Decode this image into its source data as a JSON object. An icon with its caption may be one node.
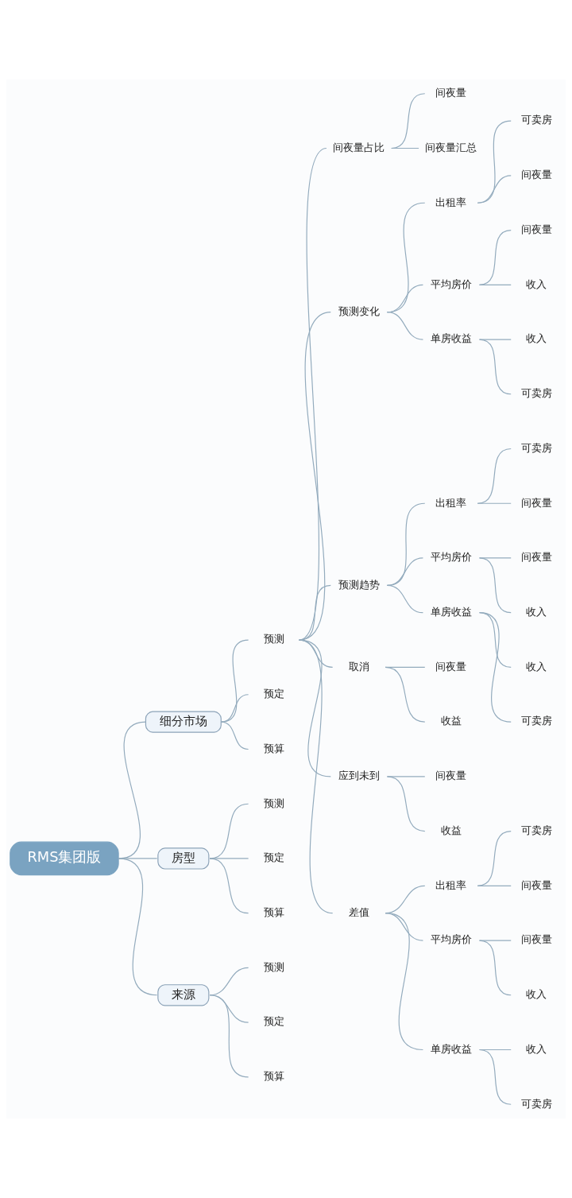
{
  "diagram": {
    "nodes": [
      {
        "text": [
          "RMS集团版"
        ]
      },
      {
        "text": [
          "细分市场"
        ]
      },
      {
        "text": [
          "预测"
        ]
      },
      {
        "text": [
          "间夜量占比"
        ]
      },
      {
        "text": [
          "间夜量"
        ]
      },
      {
        "text": [
          "间夜量汇总"
        ]
      },
      {
        "text": [
          "预测变化"
        ]
      },
      {
        "text": [
          "出租率"
        ]
      },
      {
        "text": [
          "可卖房"
        ]
      },
      {
        "text": [
          "间夜量"
        ]
      },
      {
        "text": [
          "平均房价"
        ]
      },
      {
        "text": [
          "间夜量"
        ]
      },
      {
        "text": [
          "收入"
        ]
      },
      {
        "text": [
          "单房收益"
        ]
      },
      {
        "text": [
          "收入"
        ]
      },
      {
        "text": [
          "可卖房"
        ]
      },
      {
        "text": [
          "预测趋势"
        ]
      },
      {
        "text": [
          "出租率"
        ]
      },
      {
        "text": [
          "可卖房"
        ]
      },
      {
        "text": [
          "间夜量"
        ]
      },
      {
        "text": [
          "平均房价"
        ]
      },
      {
        "text": [
          "间夜量"
        ]
      },
      {
        "text": [
          "收入"
        ]
      },
      {
        "text": [
          "单房收益"
        ]
      },
      {
        "text": [
          "收入"
        ]
      },
      {
        "text": [
          "可卖房"
        ]
      },
      {
        "text": [
          "取消"
        ]
      },
      {
        "text": [
          "间夜量"
        ]
      },
      {
        "text": [
          "收益"
        ]
      },
      {
        "text": [
          "应到未到"
        ]
      },
      {
        "text": [
          "间夜量"
        ]
      },
      {
        "text": [
          "收益"
        ]
      },
      {
        "text": [
          "差值"
        ]
      },
      {
        "text": [
          "出租率"
        ]
      },
      {
        "text": [
          "可卖房"
        ]
      },
      {
        "text": [
          "间夜量"
        ]
      },
      {
        "text": [
          "平均房价"
        ]
      },
      {
        "text": [
          "间夜量"
        ]
      },
      {
        "text": [
          "收入"
        ]
      },
      {
        "text": [
          "单房收益"
        ]
      },
      {
        "text": [
          "收入"
        ]
      },
      {
        "text": [
          "可卖房"
        ]
      },
      {
        "text": [
          "预定"
        ]
      },
      {
        "text": [
          "预算"
        ]
      },
      {
        "text": [
          "房型"
        ]
      },
      {
        "text": [
          "预测"
        ]
      },
      {
        "text": [
          "预定"
        ]
      },
      {
        "text": [
          "预算"
        ]
      },
      {
        "text": [
          "来源"
        ]
      },
      {
        "text": [
          "预测"
        ]
      },
      {
        "text": [
          "预定"
        ]
      },
      {
        "text": [
          "预算"
        ]
      }
    ],
    "edges": [
      {
        "from": 0,
        "to": 1,
        "arrow": "none"
      },
      {
        "from": 1,
        "to": 2,
        "arrow": "none"
      },
      {
        "from": 2,
        "to": 3,
        "arrow": "none"
      },
      {
        "from": 3,
        "to": 4,
        "arrow": "none"
      },
      {
        "from": 3,
        "to": 5,
        "arrow": "none"
      },
      {
        "from": 2,
        "to": 6,
        "arrow": "none"
      },
      {
        "from": 6,
        "to": 7,
        "arrow": "none"
      },
      {
        "from": 7,
        "to": 8,
        "arrow": "none"
      },
      {
        "from": 7,
        "to": 9,
        "arrow": "none"
      },
      {
        "from": 6,
        "to": 10,
        "arrow": "none"
      },
      {
        "from": 10,
        "to": 11,
        "arrow": "none"
      },
      {
        "from": 10,
        "to": 12,
        "arrow": "none"
      },
      {
        "from": 6,
        "to": 13,
        "arrow": "none"
      },
      {
        "from": 13,
        "to": 14,
        "arrow": "none"
      },
      {
        "from": 13,
        "to": 15,
        "arrow": "none"
      },
      {
        "from": 2,
        "to": 16,
        "arrow": "none"
      },
      {
        "from": 16,
        "to": 17,
        "arrow": "none"
      },
      {
        "from": 17,
        "to": 18,
        "arrow": "none"
      },
      {
        "from": 17,
        "to": 19,
        "arrow": "none"
      },
      {
        "from": 16,
        "to": 20,
        "arrow": "none"
      },
      {
        "from": 20,
        "to": 21,
        "arrow": "none"
      },
      {
        "from": 20,
        "to": 22,
        "arrow": "none"
      },
      {
        "from": 16,
        "to": 23,
        "arrow": "none"
      },
      {
        "from": 23,
        "to": 24,
        "arrow": "none"
      },
      {
        "from": 23,
        "to": 25,
        "arrow": "none"
      },
      {
        "from": 2,
        "to": 26,
        "arrow": "none"
      },
      {
        "from": 26,
        "to": 27,
        "arrow": "none"
      },
      {
        "from": 26,
        "to": 28,
        "arrow": "none"
      },
      {
        "from": 2,
        "to": 29,
        "arrow": "none"
      },
      {
        "from": 29,
        "to": 30,
        "arrow": "none"
      },
      {
        "from": 29,
        "to": 31,
        "arrow": "none"
      },
      {
        "from": 2,
        "to": 32,
        "arrow": "none"
      },
      {
        "from": 32,
        "to": 33,
        "arrow": "none"
      },
      {
        "from": 33,
        "to": 34,
        "arrow": "none"
      },
      {
        "from": 33,
        "to": 35,
        "arrow": "none"
      },
      {
        "from": 32,
        "to": 36,
        "arrow": "none"
      },
      {
        "from": 36,
        "to": 37,
        "arrow": "none"
      },
      {
        "from": 36,
        "to": 38,
        "arrow": "none"
      },
      {
        "from": 32,
        "to": 39,
        "arrow": "none"
      },
      {
        "from": 39,
        "to": 40,
        "arrow": "none"
      },
      {
        "from": 39,
        "to": 41,
        "arrow": "none"
      },
      {
        "from": 1,
        "to": 42,
        "arrow": "none"
      },
      {
        "from": 1,
        "to": 43,
        "arrow": "none"
      },
      {
        "from": 0,
        "to": 44,
        "arrow": "none"
      },
      {
        "from": 44,
        "to": 45,
        "arrow": "none"
      },
      {
        "from": 44,
        "to": 46,
        "arrow": "none"
      },
      {
        "from": 44,
        "to": 47,
        "arrow": "none"
      },
      {
        "from": 0,
        "to": 48,
        "arrow": "none"
      },
      {
        "from": 48,
        "to": 49,
        "arrow": "none"
      },
      {
        "from": 48,
        "to": 50,
        "arrow": "none"
      },
      {
        "from": 48,
        "to": 51,
        "arrow": "none"
      }
    ]
  }
}
